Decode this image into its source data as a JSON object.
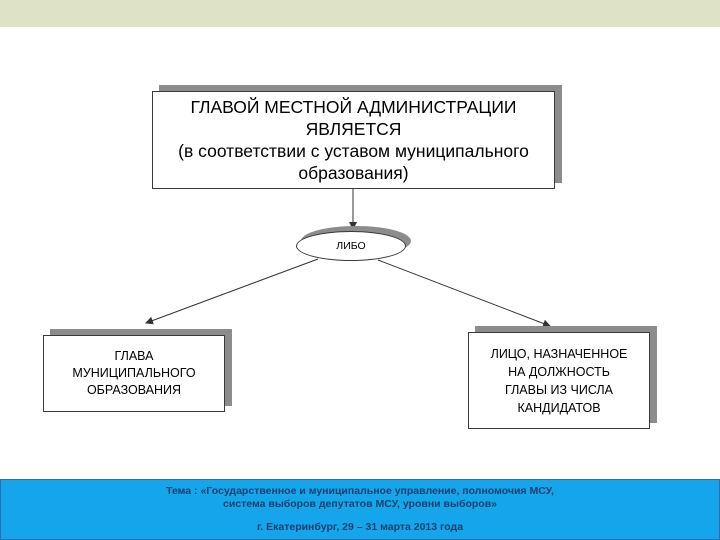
{
  "diagram": {
    "main_box": {
      "lines": [
        "ГЛАВОЙ МЕСТНОЙ АДМИНИСТРАЦИИ",
        "ЯВЛЯЕТСЯ",
        "(в соответствии с уставом муниципального",
        "образования)"
      ]
    },
    "connector_label": "ЛИБО",
    "left_box": {
      "lines": [
        "ГЛАВА",
        "МУНИЦИПАЛЬНОГО",
        "ОБРАЗОВАНИЯ"
      ]
    },
    "right_box": {
      "lines": [
        "ЛИЦО, НАЗНАЧЕННОЕ",
        "НА ДОЛЖНОСТЬ",
        "ГЛАВЫ ИЗ ЧИСЛА",
        "КАНДИДАТОВ"
      ]
    }
  },
  "footer": {
    "topic_line1": "Тема : «Государственное и муниципальное управление, полномочия МСУ,",
    "topic_line2": "система выборов депутатов МСУ, уровни  выборов»",
    "location_date": "г. Екатеринбург, 29 – 31 марта 2013 года"
  },
  "colors": {
    "top_band": "#dfe3c6",
    "footer_bg": "#14a5ea",
    "footer_text": "#17406e",
    "box_shadow": "#8c8c8c"
  }
}
